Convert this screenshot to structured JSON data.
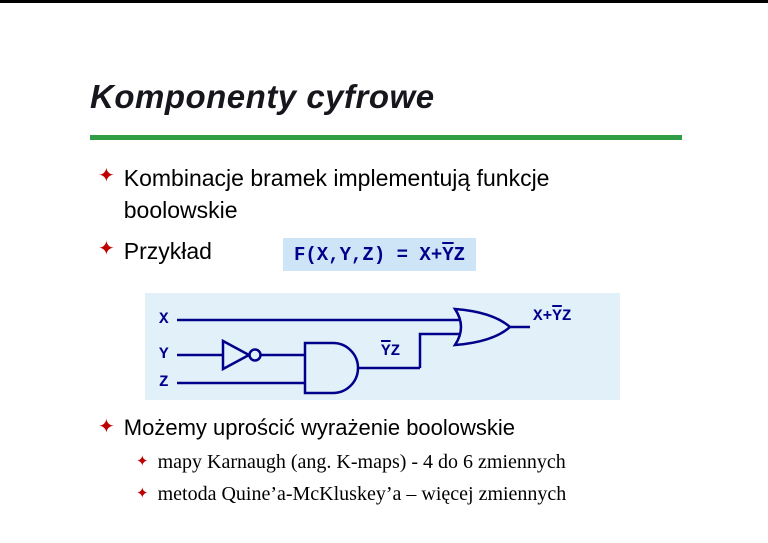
{
  "title": "Komponenty cyfrowe",
  "marker": "✦",
  "bullets": {
    "b1": "Kombinacje bramek implementują funkcje boolowskie",
    "b2": "Przykład",
    "b3": "Możemy uprościć wyrażenie boolowskie",
    "sub1": "mapy Karnaugh (ang. K-maps) - 4 do 6 zmiennych",
    "sub2": "metoda Quine’a-McKluskey’a – więcej zmiennych"
  },
  "formula": {
    "prefix": "F(X,Y,Z) = X+",
    "over": "Y",
    "suffix": "Z"
  },
  "circuit": {
    "input_x": "X",
    "input_y": "Y",
    "input_z": "Z",
    "and_over": "Y",
    "and_suffix": "Z",
    "out_prefix": "X+",
    "out_over": "Y",
    "out_suffix": "Z"
  },
  "colors": {
    "accent_green": "#2f9e44",
    "bullet_red": "#c00000",
    "navy": "#00008b",
    "formula_box_blue": "#cde5f6",
    "diagram_box_blue": "#e2f0f9"
  }
}
